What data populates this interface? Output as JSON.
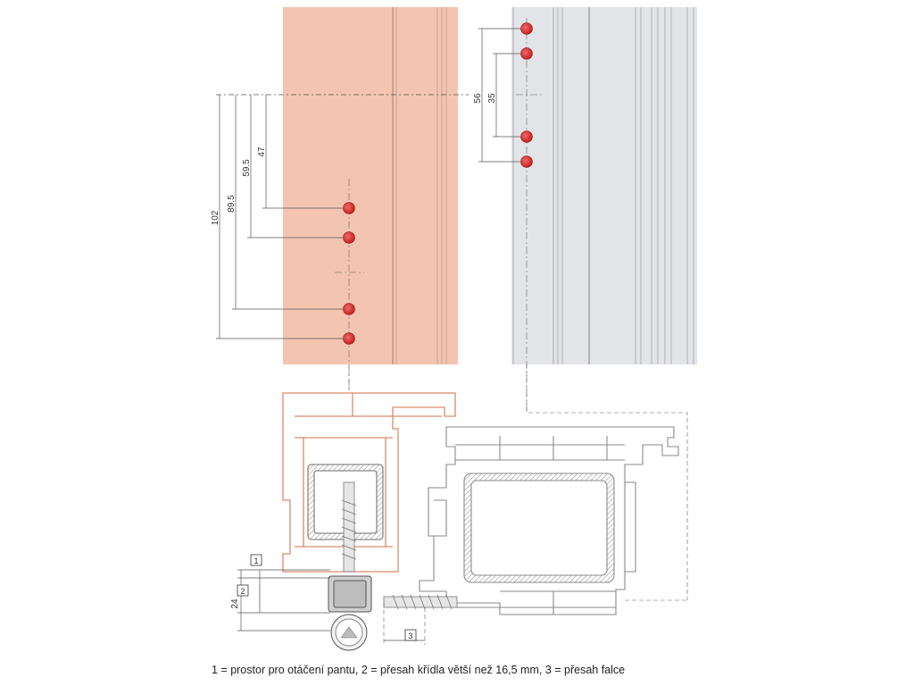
{
  "dimensions": {
    "sash_holes": [
      "102",
      "89.5",
      "59.5",
      "47"
    ],
    "frame_holes": [
      "56",
      "35"
    ],
    "bottom": [
      "24"
    ]
  },
  "legend_boxes": [
    "1",
    "2",
    "3"
  ],
  "caption": "1 = prostor pro otáčení pantu, 2 = přesah křídla větší než 16,5 mm, 3 = přesah falce",
  "colors": {
    "sash": "#f3c5b1",
    "frame": "#e3e4e8",
    "hole": "#d42f2f",
    "profile_outline": "#8a8a8a"
  }
}
